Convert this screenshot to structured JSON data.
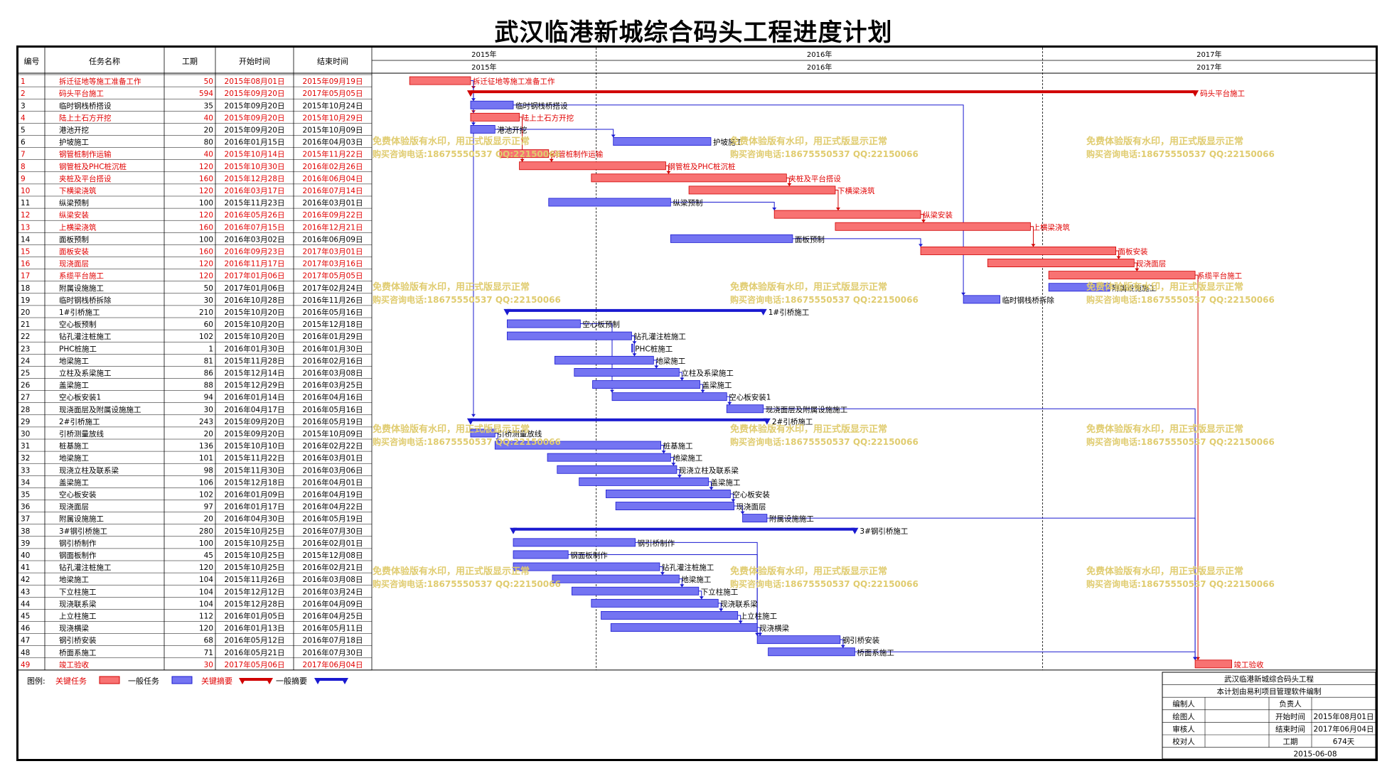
{
  "title": "武汉临港新城综合码头工程进度计划",
  "columns": {
    "id": "编号",
    "name": "任务名称",
    "dur": "工期",
    "start": "开始时间",
    "end": "结束时间"
  },
  "years": [
    "2015年",
    "2016年",
    "2017年"
  ],
  "colors": {
    "critical_fill": "#f87272",
    "critical_stroke": "#d00000",
    "critical_text": "#e00000",
    "normal_fill": "#7474f2",
    "normal_stroke": "#1a1ad0",
    "normal_text": "#000000",
    "watermark": "#e0cc70"
  },
  "watermark": {
    "line1": "免费体验版有水印，用正式版显示正常",
    "line2": "购买咨询电话:18675550537 QQ:22150066"
  },
  "legend": {
    "label": "图例:",
    "critical_task": "关键任务",
    "normal_task": "一般任务",
    "critical_summary": "关键摘要",
    "normal_summary": "一般摘要"
  },
  "info": {
    "project": "武汉临港新城综合码头工程",
    "note": "本计划由易利项目管理软件编制",
    "rows": [
      [
        "编制人",
        "",
        "负责人",
        ""
      ],
      [
        "绘图人",
        "",
        "开始时间",
        "2015年08月01日"
      ],
      [
        "审核人",
        "",
        "结束时间",
        "2017年06月04日"
      ],
      [
        "校对人",
        "",
        "工期",
        "674天"
      ]
    ],
    "date": "2015-06-08"
  },
  "chart_data": {
    "type": "gantt",
    "time_axis": {
      "start": "2015-07-01",
      "end": "2017-09-30",
      "years": [
        "2015",
        "2016",
        "2017"
      ]
    },
    "tasks": [
      {
        "id": "1",
        "name": "拆迁征地等施工准备工作",
        "dur": "50",
        "start": "2015年08月01日",
        "end": "2015年09月19日",
        "critical": true,
        "summary": false,
        "label": "拆迁征地等施工准备工作"
      },
      {
        "id": "2",
        "name": "码头平台施工",
        "dur": "594",
        "start": "2015年09月20日",
        "end": "2017年05月05日",
        "critical": true,
        "summary": true,
        "label": "码头平台施工"
      },
      {
        "id": "3",
        "name": "临时钢栈桥搭设",
        "dur": "35",
        "start": "2015年09月20日",
        "end": "2015年10月24日",
        "critical": false,
        "summary": false,
        "label": "临时钢栈桥搭设"
      },
      {
        "id": "4",
        "name": "陆上土石方开挖",
        "dur": "40",
        "start": "2015年09月20日",
        "end": "2015年10月29日",
        "critical": true,
        "summary": false,
        "label": "陆上土石方开挖"
      },
      {
        "id": "5",
        "name": "港池开挖",
        "dur": "20",
        "start": "2015年09月20日",
        "end": "2015年10月09日",
        "critical": false,
        "summary": false,
        "label": "港池开挖"
      },
      {
        "id": "6",
        "name": "护坡施工",
        "dur": "80",
        "start": "2016年01月15日",
        "end": "2016年04月03日",
        "critical": false,
        "summary": false,
        "label": "护坡施工"
      },
      {
        "id": "7",
        "name": "钢管桩制作运输",
        "dur": "40",
        "start": "2015年10月14日",
        "end": "2015年11月22日",
        "critical": true,
        "summary": false,
        "label": "钢管桩制作运输"
      },
      {
        "id": "8",
        "name": "钢管桩及PHC桩沉桩",
        "dur": "120",
        "start": "2015年10月30日",
        "end": "2016年02月26日",
        "critical": true,
        "summary": false,
        "label": "钢管桩及PHC桩沉桩"
      },
      {
        "id": "9",
        "name": "夹桩及平台搭设",
        "dur": "160",
        "start": "2015年12月28日",
        "end": "2016年06月04日",
        "critical": true,
        "summary": false,
        "label": "夹桩及平台搭设"
      },
      {
        "id": "10",
        "name": "下横梁浇筑",
        "dur": "120",
        "start": "2016年03月17日",
        "end": "2016年07月14日",
        "critical": true,
        "summary": false,
        "label": "下横梁浇筑"
      },
      {
        "id": "11",
        "name": "纵梁预制",
        "dur": "100",
        "start": "2015年11月23日",
        "end": "2016年03月01日",
        "critical": false,
        "summary": false,
        "label": "纵梁预制"
      },
      {
        "id": "12",
        "name": "纵梁安装",
        "dur": "120",
        "start": "2016年05月26日",
        "end": "2016年09月22日",
        "critical": true,
        "summary": false,
        "label": "纵梁安装"
      },
      {
        "id": "13",
        "name": "上横梁浇筑",
        "dur": "160",
        "start": "2016年07月15日",
        "end": "2016年12月21日",
        "critical": true,
        "summary": false,
        "label": "上横梁浇筑"
      },
      {
        "id": "14",
        "name": "面板预制",
        "dur": "100",
        "start": "2016年03月02日",
        "end": "2016年06月09日",
        "critical": false,
        "summary": false,
        "label": "面板预制"
      },
      {
        "id": "15",
        "name": "面板安装",
        "dur": "160",
        "start": "2016年09月23日",
        "end": "2017年03月01日",
        "critical": true,
        "summary": false,
        "label": "面板安装"
      },
      {
        "id": "16",
        "name": "现浇面层",
        "dur": "120",
        "start": "2016年11月17日",
        "end": "2017年03月16日",
        "critical": true,
        "summary": false,
        "label": "现浇面层"
      },
      {
        "id": "17",
        "name": "系缆平台施工",
        "dur": "120",
        "start": "2017年01月06日",
        "end": "2017年05月05日",
        "critical": true,
        "summary": false,
        "label": "系缆平台施工"
      },
      {
        "id": "18",
        "name": "附属设施施工",
        "dur": "50",
        "start": "2017年01月06日",
        "end": "2017年02月24日",
        "critical": false,
        "summary": false,
        "label": "附属设施施工"
      },
      {
        "id": "19",
        "name": "临时钢栈桥拆除",
        "dur": "30",
        "start": "2016年10月28日",
        "end": "2016年11月26日",
        "critical": false,
        "summary": false,
        "label": "临时钢栈桥拆除"
      },
      {
        "id": "20",
        "name": "1#引桥施工",
        "dur": "210",
        "start": "2015年10月20日",
        "end": "2016年05月16日",
        "critical": false,
        "summary": true,
        "label": "1#引桥施工"
      },
      {
        "id": "21",
        "name": "空心板预制",
        "dur": "60",
        "start": "2015年10月20日",
        "end": "2015年12月18日",
        "critical": false,
        "summary": false,
        "label": "空心板预制"
      },
      {
        "id": "22",
        "name": "钻孔灌注桩施工",
        "dur": "102",
        "start": "2015年10月20日",
        "end": "2016年01月29日",
        "critical": false,
        "summary": false,
        "label": "钻孔灌注桩施工"
      },
      {
        "id": "23",
        "name": "PHC桩施工",
        "dur": "1",
        "start": "2016年01月30日",
        "end": "2016年01月30日",
        "critical": false,
        "summary": false,
        "label": "PHC桩施工"
      },
      {
        "id": "24",
        "name": "地梁施工",
        "dur": "81",
        "start": "2015年11月28日",
        "end": "2016年02月16日",
        "critical": false,
        "summary": false,
        "label": "地梁施工"
      },
      {
        "id": "25",
        "name": "立柱及系梁施工",
        "dur": "86",
        "start": "2015年12月14日",
        "end": "2016年03月08日",
        "critical": false,
        "summary": false,
        "label": "立柱及系梁施工"
      },
      {
        "id": "26",
        "name": "盖梁施工",
        "dur": "88",
        "start": "2015年12月29日",
        "end": "2016年03月25日",
        "critical": false,
        "summary": false,
        "label": "盖梁施工"
      },
      {
        "id": "27",
        "name": "空心板安装1",
        "dur": "94",
        "start": "2016年01月14日",
        "end": "2016年04月16日",
        "critical": false,
        "summary": false,
        "label": "空心板安装1"
      },
      {
        "id": "28",
        "name": "现浇面层及附属设施施工",
        "dur": "30",
        "start": "2016年04月17日",
        "end": "2016年05月16日",
        "critical": false,
        "summary": false,
        "label": "现浇面层及附属设施施工"
      },
      {
        "id": "29",
        "name": "2#引桥施工",
        "dur": "243",
        "start": "2015年09月20日",
        "end": "2016年05月19日",
        "critical": false,
        "summary": true,
        "label": "2#引桥施工"
      },
      {
        "id": "30",
        "name": "引桥测量放线",
        "dur": "20",
        "start": "2015年09月20日",
        "end": "2015年10月09日",
        "critical": false,
        "summary": false,
        "label": "引桥测量放线"
      },
      {
        "id": "31",
        "name": "桩基施工",
        "dur": "136",
        "start": "2015年10月10日",
        "end": "2016年02月22日",
        "critical": false,
        "summary": false,
        "label": "桩基施工"
      },
      {
        "id": "32",
        "name": "地梁施工",
        "dur": "101",
        "start": "2015年11月22日",
        "end": "2016年03月01日",
        "critical": false,
        "summary": false,
        "label": "地梁施工"
      },
      {
        "id": "33",
        "name": "现浇立柱及联系梁",
        "dur": "98",
        "start": "2015年11月30日",
        "end": "2016年03月06日",
        "critical": false,
        "summary": false,
        "label": "现浇立柱及联系梁"
      },
      {
        "id": "34",
        "name": "盖梁施工",
        "dur": "106",
        "start": "2015年12月18日",
        "end": "2016年04月01日",
        "critical": false,
        "summary": false,
        "label": "盖梁施工"
      },
      {
        "id": "35",
        "name": "空心板安装",
        "dur": "102",
        "start": "2016年01月09日",
        "end": "2016年04月19日",
        "critical": false,
        "summary": false,
        "label": "空心板安装"
      },
      {
        "id": "36",
        "name": "现浇面层",
        "dur": "97",
        "start": "2016年01月17日",
        "end": "2016年04月22日",
        "critical": false,
        "summary": false,
        "label": "现浇面层"
      },
      {
        "id": "37",
        "name": "附属设施施工",
        "dur": "20",
        "start": "2016年04月30日",
        "end": "2016年05月19日",
        "critical": false,
        "summary": false,
        "label": "附属设施施工"
      },
      {
        "id": "38",
        "name": "3#钢引桥施工",
        "dur": "280",
        "start": "2015年10月25日",
        "end": "2016年07月30日",
        "critical": false,
        "summary": true,
        "label": "3#钢引桥施工"
      },
      {
        "id": "39",
        "name": "钢引桥制作",
        "dur": "100",
        "start": "2015年10月25日",
        "end": "2016年02月01日",
        "critical": false,
        "summary": false,
        "label": "钢引桥制作"
      },
      {
        "id": "40",
        "name": "钢面板制作",
        "dur": "45",
        "start": "2015年10月25日",
        "end": "2015年12月08日",
        "critical": false,
        "summary": false,
        "label": "钢面板制作"
      },
      {
        "id": "41",
        "name": "钻孔灌注桩施工",
        "dur": "120",
        "start": "2015年10月25日",
        "end": "2016年02月21日",
        "critical": false,
        "summary": false,
        "label": "钻孔灌注桩施工"
      },
      {
        "id": "42",
        "name": "地梁施工",
        "dur": "104",
        "start": "2015年11月26日",
        "end": "2016年03月08日",
        "critical": false,
        "summary": false,
        "label": "地梁施工"
      },
      {
        "id": "43",
        "name": "下立柱施工",
        "dur": "104",
        "start": "2015年12月12日",
        "end": "2016年03月24日",
        "critical": false,
        "summary": false,
        "label": "下立柱施工"
      },
      {
        "id": "44",
        "name": "现浇联系梁",
        "dur": "104",
        "start": "2015年12月28日",
        "end": "2016年04月09日",
        "critical": false,
        "summary": false,
        "label": "现浇联系梁"
      },
      {
        "id": "45",
        "name": "上立柱施工",
        "dur": "112",
        "start": "2016年01月05日",
        "end": "2016年04月25日",
        "critical": false,
        "summary": false,
        "label": "上立柱施工"
      },
      {
        "id": "46",
        "name": "现浇横梁",
        "dur": "120",
        "start": "2016年01月13日",
        "end": "2016年05月11日",
        "critical": false,
        "summary": false,
        "label": "现浇横梁"
      },
      {
        "id": "47",
        "name": "钢引桥安装",
        "dur": "68",
        "start": "2016年05月12日",
        "end": "2016年07月18日",
        "critical": false,
        "summary": false,
        "label": "钢引桥安装"
      },
      {
        "id": "48",
        "name": "桥面系施工",
        "dur": "71",
        "start": "2016年05月21日",
        "end": "2016年07月30日",
        "critical": false,
        "summary": false,
        "label": "桥面系施工"
      },
      {
        "id": "49",
        "name": "竣工验收",
        "dur": "30",
        "start": "2017年05月06日",
        "end": "2017年06月04日",
        "critical": true,
        "summary": false,
        "label": "竣工验收"
      }
    ],
    "links": [
      [
        1,
        2
      ],
      [
        1,
        3
      ],
      [
        1,
        4
      ],
      [
        1,
        5
      ],
      [
        1,
        29
      ],
      [
        4,
        8
      ],
      [
        7,
        8
      ],
      [
        8,
        9
      ],
      [
        9,
        10
      ],
      [
        10,
        12
      ],
      [
        12,
        13
      ],
      [
        13,
        15
      ],
      [
        15,
        16
      ],
      [
        16,
        17
      ],
      [
        11,
        12
      ],
      [
        14,
        15
      ],
      [
        3,
        19
      ],
      [
        17,
        49
      ],
      [
        5,
        6
      ],
      [
        21,
        27
      ],
      [
        22,
        23
      ],
      [
        22,
        24
      ],
      [
        24,
        25
      ],
      [
        25,
        26
      ],
      [
        26,
        27
      ],
      [
        27,
        28
      ],
      [
        30,
        31
      ],
      [
        31,
        32
      ],
      [
        32,
        33
      ],
      [
        33,
        34
      ],
      [
        34,
        35
      ],
      [
        35,
        36
      ],
      [
        36,
        37
      ],
      [
        39,
        47
      ],
      [
        40,
        47
      ],
      [
        41,
        42
      ],
      [
        42,
        43
      ],
      [
        43,
        44
      ],
      [
        44,
        45
      ],
      [
        45,
        46
      ],
      [
        46,
        47
      ],
      [
        47,
        48
      ],
      [
        28,
        49
      ],
      [
        37,
        49
      ],
      [
        48,
        49
      ]
    ]
  }
}
